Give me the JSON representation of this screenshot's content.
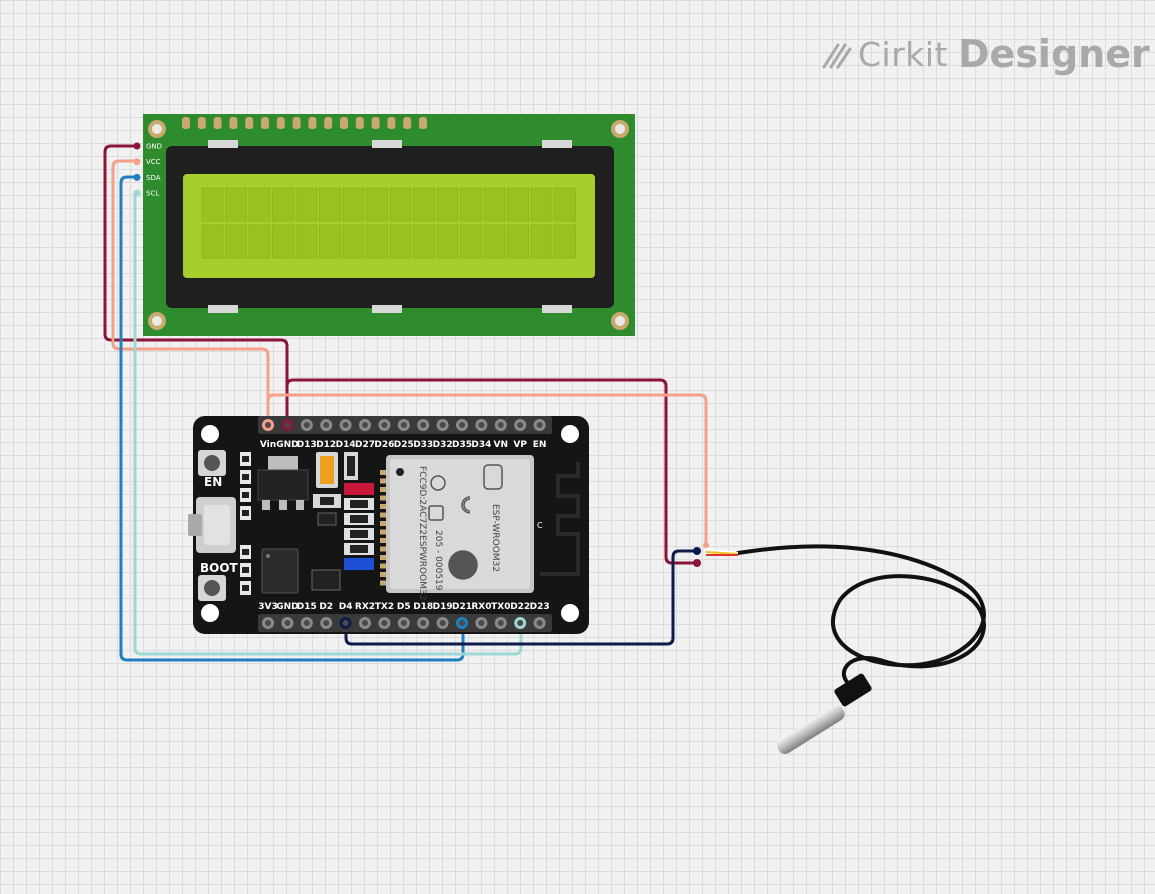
{
  "brand": {
    "name1": "Cirkit",
    "name2": "Designer"
  },
  "lcd": {
    "pins": [
      "GND",
      "VCC",
      "SDA",
      "SCL"
    ],
    "colors": {
      "pcb": "#2e8b2e",
      "screen": "#a6cf2e"
    }
  },
  "esp32": {
    "top_pins": [
      "Vin",
      "GND",
      "D13",
      "D12",
      "D14",
      "D27",
      "D26",
      "D25",
      "D33",
      "D32",
      "D35",
      "D34",
      "VN",
      "VP",
      "EN"
    ],
    "bottom_pins": [
      "3V3",
      "GND",
      "D15",
      "D2",
      "D4",
      "RX2",
      "TX2",
      "D5",
      "D18",
      "D19",
      "D21",
      "RX0",
      "TX0",
      "D22",
      "D23"
    ],
    "buttons": {
      "en": "EN",
      "boot": "BOOT"
    },
    "module": {
      "line1": "ESP-WROOM32",
      "line2": "205 - 000519",
      "line3": "FCC9D:2AC7Z2ESPWROOM32"
    }
  },
  "wire_colors": {
    "gnd": "#8b1538",
    "vcc": "#f4a08a",
    "sda": "#1f7fbf",
    "scl": "#9fd6d6",
    "signal": "#0d1a4a"
  }
}
